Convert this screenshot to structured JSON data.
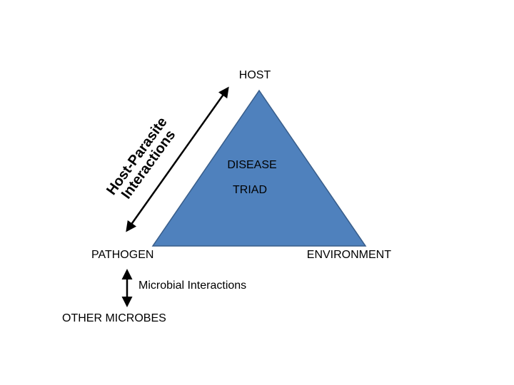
{
  "nodes": {
    "host": "HOST",
    "pathogen": "PATHOGEN",
    "environment": "ENVIRONMENT",
    "other_microbes": "OTHER MICROBES"
  },
  "triangle": {
    "line1": "DISEASE",
    "line2": "TRIAD",
    "fill_color": "#4F81BD",
    "stroke_color": "#385D8A"
  },
  "links": {
    "host_pathogen_line1": "Host-Parasite",
    "host_pathogen_line2": "Interactions",
    "pathogen_microbes": "Microbial Interactions"
  },
  "arrow_color": "#000000"
}
